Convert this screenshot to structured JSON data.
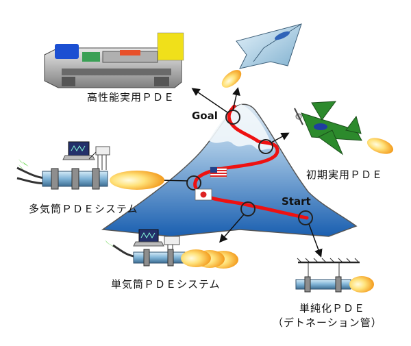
{
  "stages": {
    "goal_marker": "Goal",
    "start_marker": "Start",
    "high_performance": "高性能実用ＰＤＥ",
    "initial_practical": "初期実用ＰＤＥ",
    "multi_tube": "多気筒ＰＤＥシステム",
    "single_tube": "単気筒ＰＤＥシステム",
    "simplified_line1": "単純化ＰＤＥ",
    "simplified_line2": "（デトネーション管）"
  },
  "colors": {
    "roadmap_path": "#ee1111",
    "mountain_top": "#c8dcec",
    "mountain_base": "#1a5fb0",
    "flame_outer": "#f5a422",
    "flame_inner": "#fff2a8",
    "jet": "#a9cde0",
    "prop_plane": "#2c8a2c"
  },
  "icons": {
    "flags": [
      "us-flag-icon",
      "japan-flag-icon"
    ],
    "vehicles": [
      "jet-aircraft-icon",
      "propeller-aircraft-icon"
    ],
    "equipment": [
      "laptop-icon",
      "pde-engine-icon",
      "detonation-tube-icon"
    ]
  }
}
